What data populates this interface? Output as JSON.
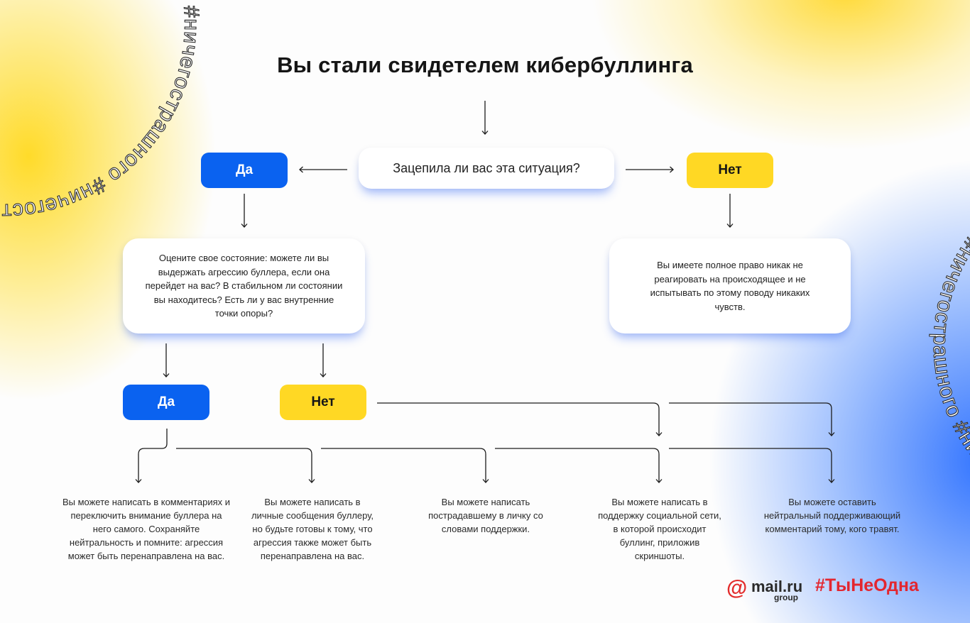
{
  "title": "Вы стали свидетелем кибербуллинга",
  "question": "Зацепила ли вас эта ситуация?",
  "yes_label": "Да",
  "no_label": "Нет",
  "state_question": "Оцените свое состояние: можете ли вы выдержать агрессию буллера, если она перейдет на вас? В стабильном ли состоянии вы находитесь? Есть ли у вас внутренние точки опоры?",
  "no_reaction_text": "Вы имеете полное право никак не реагировать на происходящее и не испытывать по этому поводу никаких чувств.",
  "actions": [
    "Вы можете написать в комментариях и переключить внимание буллера на него самого. Сохраняйте нейтральность и помните: агрессия может быть перенаправлена на вас.",
    "Вы можете написать в личные сообщения буллеру, но будьте готовы к тому, что агрессия также может быть перенаправлена на вас.",
    "Вы можете написать пострадавшему в личку со словами поддержки.",
    "Вы можете написать в поддержку социальной сети, в которой происходит буллинг, приложив скриншоты.",
    "Вы можете оставить нейтральный поддерживаю­щий комментарий тому, кого травят."
  ],
  "side_text": "#ничегострашного",
  "logo": {
    "name": "mail.ru",
    "sub": "group",
    "icon": "at-icon"
  },
  "campaign_hashtag": "#ТыНеОдна",
  "colors": {
    "blue": "#0a62f0",
    "yellow": "#ffd824",
    "red": "#e3262f"
  }
}
